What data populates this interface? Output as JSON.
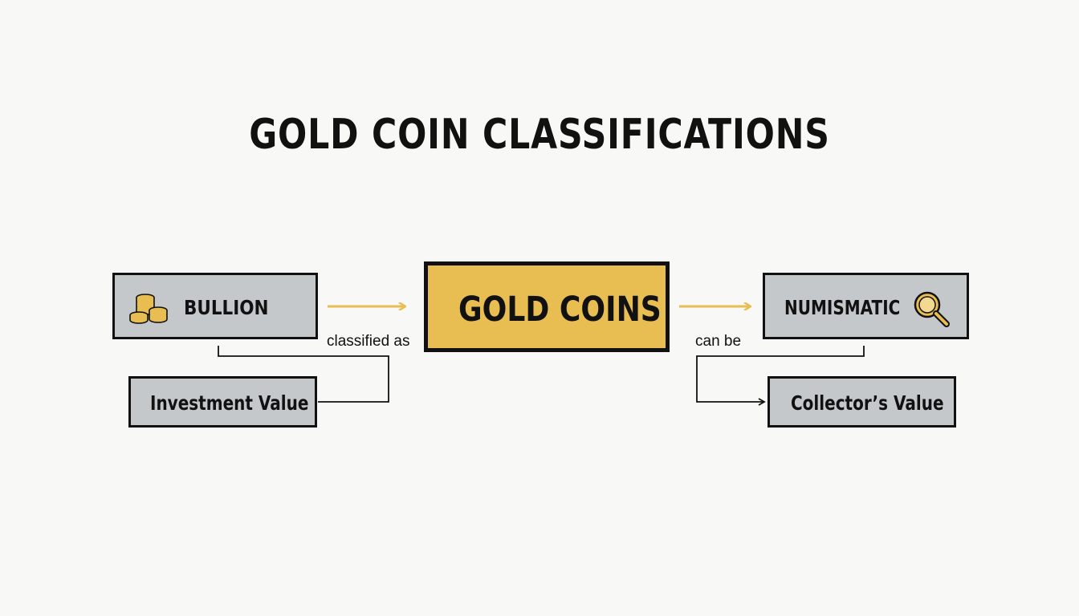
{
  "title": "GOLD COIN CLASSIFICATIONS",
  "nodes": {
    "bullion": {
      "label": "BULLION",
      "icon": "coin-stack-icon"
    },
    "gold_coins": {
      "label": "GOLD COINS"
    },
    "numismatic": {
      "label": "NUMISMATIC",
      "icon": "magnifying-glass-icon"
    },
    "investment_value": {
      "label": "Investment Value"
    },
    "collectors_value": {
      "label": "Collector’s Value"
    }
  },
  "edges": {
    "classified_as": "classified as",
    "can_be": "can be"
  },
  "colors": {
    "background": "#f8f8f7",
    "box_fill": "#c4c8cb",
    "accent_gold": "#e8bd52",
    "arrow_gold": "#e8bd52",
    "border": "#111111"
  }
}
